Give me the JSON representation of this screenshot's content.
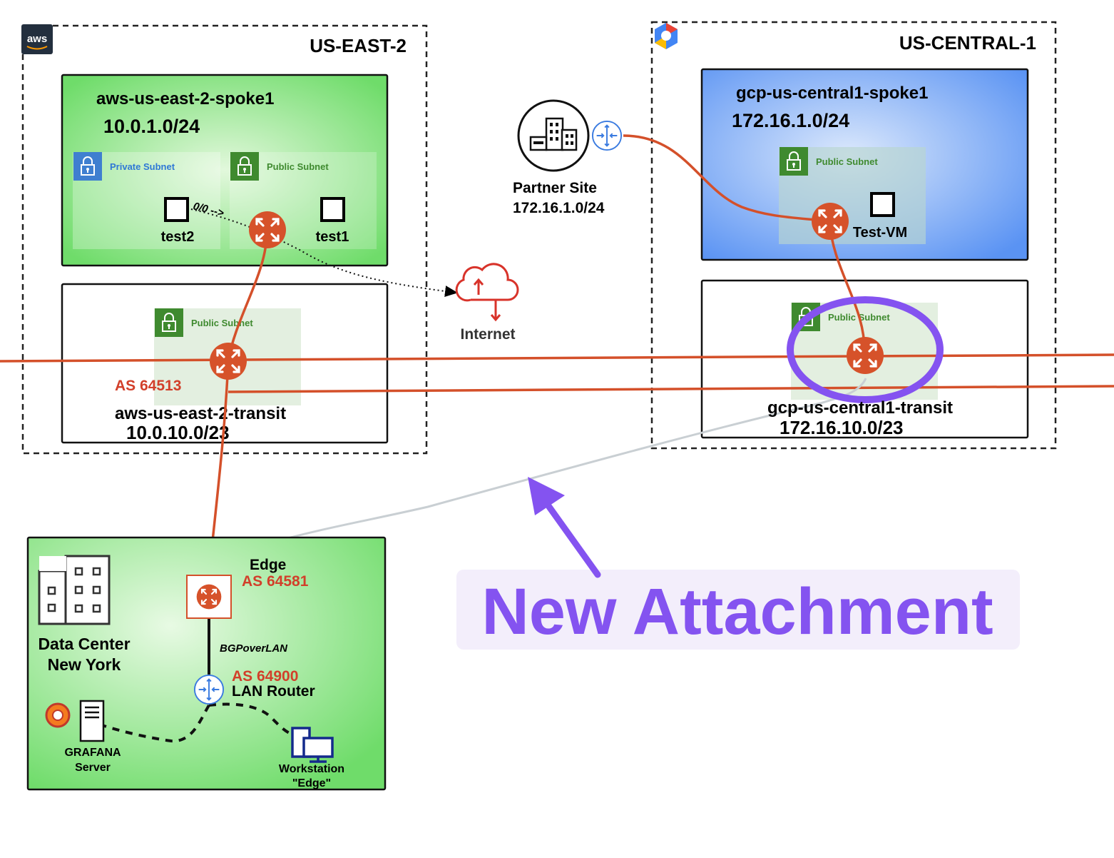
{
  "regions": {
    "aws": {
      "badge": "aws",
      "title": "US-EAST-2"
    },
    "gcp": {
      "title": "US-CENTRAL-1"
    }
  },
  "aws_spoke": {
    "name": "aws-us-east-2-spoke1",
    "cidr": "10.0.1.0/24",
    "private_subnet": "Private Subnet",
    "public_subnet": "Public Subnet",
    "vm_test2": "test2",
    "vm_test1": "test1",
    "default_route": "0/0 -->"
  },
  "aws_transit": {
    "subnet": "Public Subnet",
    "asn": "AS 64513",
    "name": "aws-us-east-2-transit",
    "cidr": "10.0.10.0/23"
  },
  "internet": {
    "label": "Internet"
  },
  "partner": {
    "name": "Partner Site",
    "cidr": "172.16.1.0/24"
  },
  "gcp_spoke": {
    "name": "gcp-us-central1-spoke1",
    "cidr": "172.16.1.0/24",
    "subnet": "Public Subnet",
    "vm": "Test-VM"
  },
  "gcp_transit": {
    "subnet": "Public Subnet",
    "name": "gcp-us-central1-transit",
    "cidr": "172.16.10.0/23"
  },
  "datacenter": {
    "name_line1": "Data Center",
    "name_line2": "New York",
    "edge_label": "Edge",
    "edge_asn": "AS 64581",
    "link_label": "BGPoverLAN",
    "lan_asn": "AS 64900",
    "lan_label": "LAN Router",
    "grafana_line1": "GRAFANA",
    "grafana_line2": "Server",
    "workstation_line1": "Workstation",
    "workstation_line2": "\"Edge\""
  },
  "callout": {
    "text": "New Attachment"
  },
  "colors": {
    "link": "#d4502a",
    "asn_red": "#d23f2a",
    "callout_purple": "#8453f0",
    "gcp_blue": "#5b95f5",
    "aws_green": "#7ee07a",
    "subnet_green": "#3f8a2f"
  }
}
